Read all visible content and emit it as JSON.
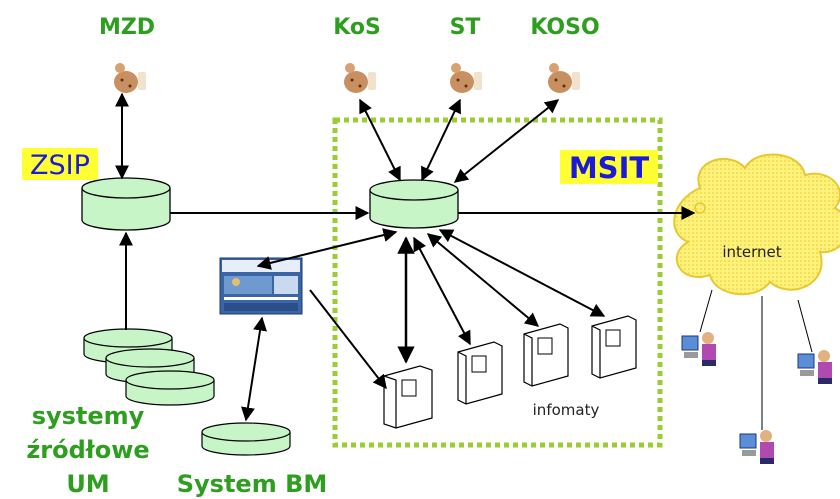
{
  "diagram": {
    "nodes": {
      "mzd": "MZD",
      "kos": "KoS",
      "st": "ST",
      "koso": "KOSO",
      "zsip": "ZSIP",
      "msit": "MSIT",
      "internet": "internet",
      "infomaty": "infomaty",
      "systemy_line1": "systemy",
      "systemy_line2": "źródłowe",
      "systemy_line3": "UM",
      "system_bm": "System BM"
    },
    "colors": {
      "label_green": "#2e9e1f",
      "label_blue": "#1a1ad8",
      "label_highlight": "#ffff33",
      "db_fill": "#c8f5c8",
      "msit_border": "#9acd32",
      "cloud_fill": "#ffef8a",
      "arrow": "#000000"
    }
  }
}
